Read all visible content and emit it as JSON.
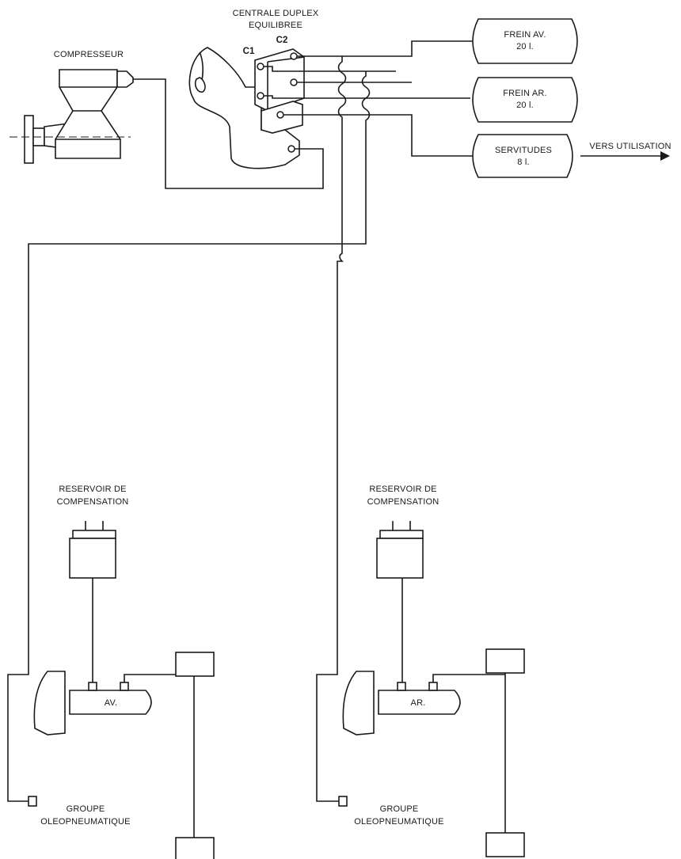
{
  "labels": {
    "compresseur": "COMPRESSEUR",
    "centrale_line1": "CENTRALE DUPLEX",
    "centrale_line2": "EQUILIBREE",
    "c1": "C1",
    "c2": "C2",
    "frein_av_line1": "FREIN AV.",
    "frein_av_line2": "20 l.",
    "frein_ar_line1": "FREIN AR.",
    "frein_ar_line2": "20 l.",
    "servitudes_line1": "SERVITUDES",
    "servitudes_line2": "8 l.",
    "vers_utilisation": "VERS UTILISATION",
    "reservoir_left_line1": "RESERVOIR DE",
    "reservoir_left_line2": "COMPENSATION",
    "reservoir_right_line1": "RESERVOIR DE",
    "reservoir_right_line2": "COMPENSATION",
    "groupe_av_tag": "AV.",
    "groupe_ar_tag": "AR.",
    "groupe_left_line1": "GROUPE",
    "groupe_left_line2": "OLEOPNEUMATIQUE",
    "groupe_right_line1": "GROUPE",
    "groupe_right_line2": "OLEOPNEUMATIQUE"
  }
}
